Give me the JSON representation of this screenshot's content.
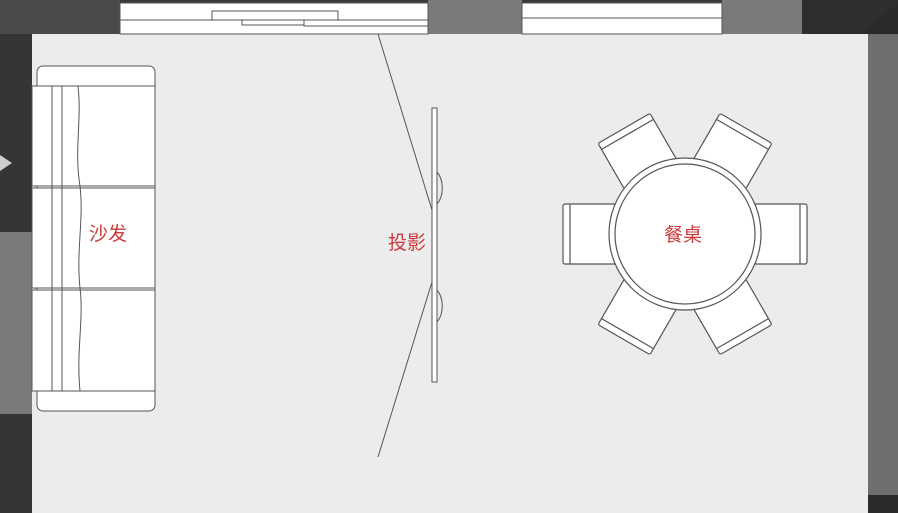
{
  "labels": {
    "sofa": "沙发",
    "projector": "投影",
    "dining_table": "餐桌"
  },
  "colors": {
    "floor": "#ececec",
    "wall": "#3a3a3a",
    "wall_light": "#7a7a7a",
    "furniture_fill": "#ffffff",
    "line": "#555555",
    "label": "#cc3b3b"
  },
  "dining": {
    "chair_count": 6
  }
}
